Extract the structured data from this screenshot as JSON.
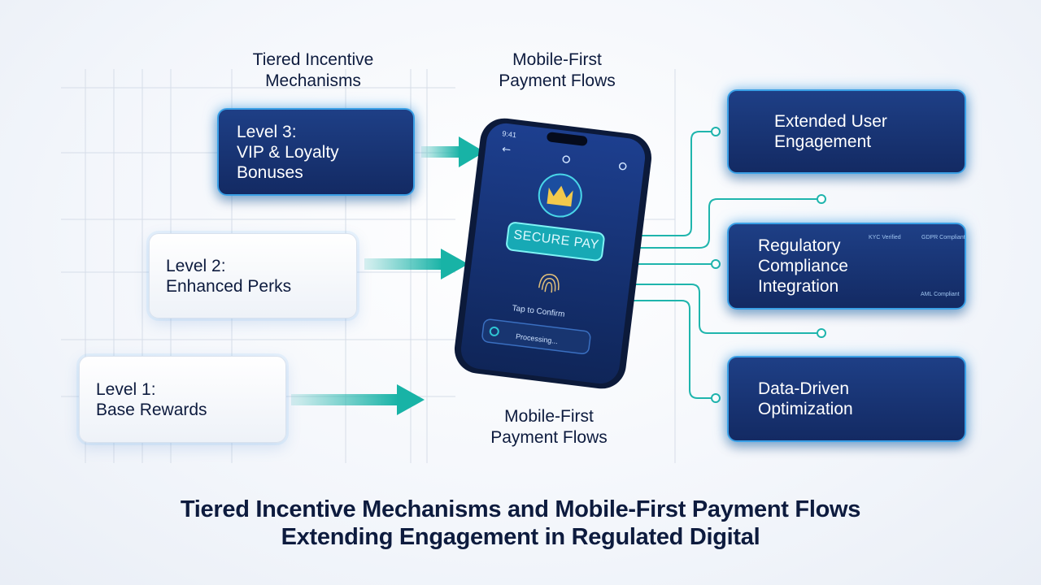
{
  "headings": {
    "left": "Tiered Incentive\nMechanisms",
    "center_top": "Mobile-First\nPayment Flows",
    "center_bottom": "Mobile-First\nPayment Flows"
  },
  "tiers": [
    {
      "label": "Level 3:\nVIP & Loyalty\nBonuses",
      "icon": "gears-crown-icon"
    },
    {
      "label": "Level 2:\nEnhanced Perks",
      "icon": "growth-chart-icon"
    },
    {
      "label": "Level 1:\nBase Rewards",
      "icon": "coins-star-icon"
    }
  ],
  "phone": {
    "status_time": "9:41",
    "pay_button": "SECURE PAY",
    "confirm_text": "Tap to Confirm",
    "processing_text": "Processing..."
  },
  "outcomes": [
    {
      "label": "Extended User\nEngagement",
      "icon": "user-avatar-icon"
    },
    {
      "label": "Regulatory\nCompliance\nIntegration",
      "icon": "shield-check-icon",
      "badges": [
        "KYC Verified",
        "AML Compliant",
        "GDPR Compliant"
      ]
    },
    {
      "label": "Data-Driven\nOptimization",
      "icon": "data-analytics-icon"
    }
  ],
  "title": "Tiered Incentive Mechanisms and Mobile-First Payment Flows\nExtending Engagement in Regulated Digital",
  "colors": {
    "navy": "#0d1b3e",
    "card_dark": "#1a3775",
    "accent_teal": "#1fb5ad",
    "accent_blue": "#3aa0e6",
    "gold": "#f2c94c",
    "green": "#22c55e"
  }
}
